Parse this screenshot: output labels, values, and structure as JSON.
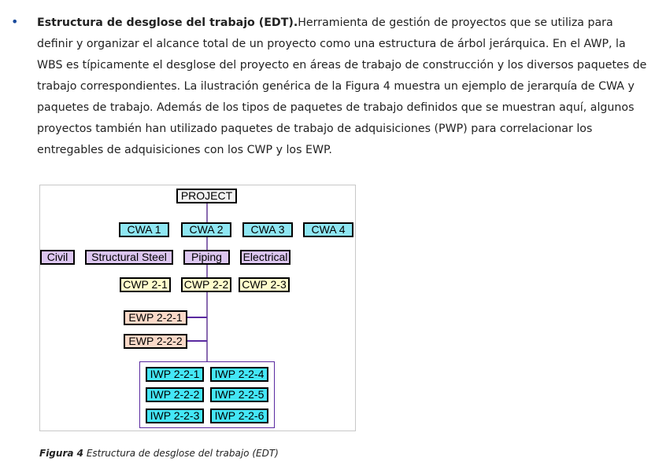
{
  "paragraph": {
    "bold": "Estructura de desglose del trabajo (EDT).",
    "text": "Herramienta de gestión de proyectos que se utiliza para definir y organizar el alcance total de un proyecto como una estructura de árbol jerárquica. En el AWP, la WBS es típicamente el desglose del proyecto en áreas de trabajo de construcción y los diversos paquetes de trabajo correspondientes. La ilustración genérica de la Figura 4 muestra un ejemplo de jerarquía de CWA y paquetes de trabajo. Además de los tipos de paquetes de trabajo definidos que se muestran aquí, algunos proyectos también han utilizado paquetes de trabajo de adquisiciones (PWP) para correlacionar los entregables de adquisiciones con los CWP y los EWP."
  },
  "bullet": "•",
  "diagram": {
    "project": "PROJECT",
    "cwa": [
      "CWA 1",
      "CWA 2",
      "CWA 3",
      "CWA 4"
    ],
    "disciplines": [
      "Civil",
      "Structural Steel",
      "Piping",
      "Electrical"
    ],
    "cwp": [
      "CWP 2-1",
      "CWP 2-2",
      "CWP 2-3"
    ],
    "ewp": [
      "EWP 2-2-1",
      "EWP 2-2-2"
    ],
    "iwp": [
      "IWP 2-2-1",
      "IWP 2-2-2",
      "IWP 2-2-3",
      "IWP 2-2-4",
      "IWP 2-2-5",
      "IWP 2-2-6"
    ]
  },
  "caption": {
    "label": "Figura 4",
    "text": " Estructura de desglose del trabajo (EDT)"
  }
}
